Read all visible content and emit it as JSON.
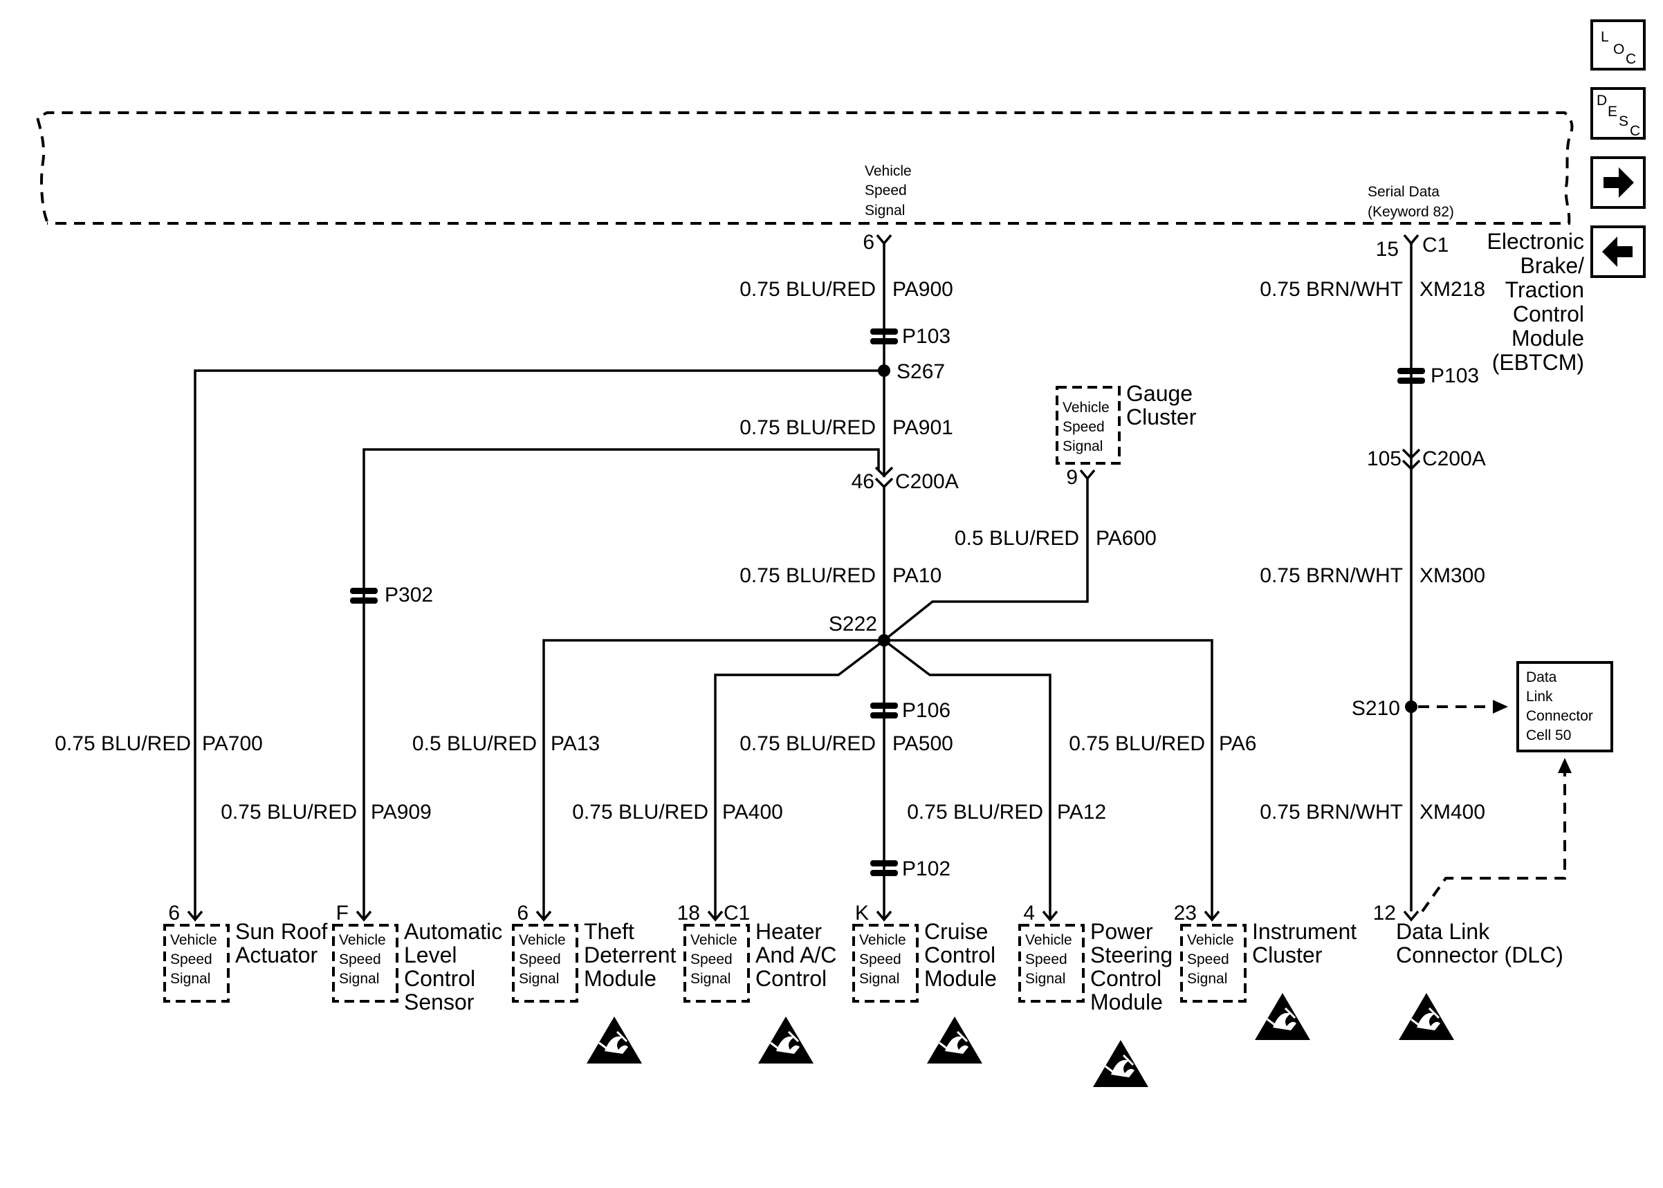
{
  "nav": {
    "loc": {
      "l1": "L",
      "l2": "O",
      "l3": "C"
    },
    "desc": {
      "l1": "D",
      "l2": "E",
      "l3": "S",
      "l4": "C"
    },
    "next_icon": "right-arrow-icon",
    "prev_icon": "left-arrow-icon"
  },
  "ebtcm": {
    "name_lines": [
      "Electronic",
      "Brake/",
      "Traction",
      "Control",
      "Module",
      "(EBTCM)"
    ],
    "vss_lines": [
      "Vehicle",
      "Speed",
      "Signal"
    ],
    "serial_lines": [
      "Serial Data",
      "(Keyword 82)"
    ],
    "pin_vss": "6",
    "pin_serial": "15",
    "conn": "C1"
  },
  "wires": {
    "pa900": {
      "gauge": "0.75 BLU/RED",
      "circuit": "PA900"
    },
    "pa901": {
      "gauge": "0.75 BLU/RED",
      "circuit": "PA901"
    },
    "pa10": {
      "gauge": "0.75 BLU/RED",
      "circuit": "PA10"
    },
    "pa600": {
      "gauge": "0.5 BLU/RED",
      "circuit": "PA600"
    },
    "pa700": {
      "gauge": "0.75 BLU/RED",
      "circuit": "PA700"
    },
    "pa909": {
      "gauge": "0.75 BLU/RED",
      "circuit": "PA909"
    },
    "pa13": {
      "gauge": "0.5 BLU/RED",
      "circuit": "PA13"
    },
    "pa400": {
      "gauge": "0.75 BLU/RED",
      "circuit": "PA400"
    },
    "pa500": {
      "gauge": "0.75 BLU/RED",
      "circuit": "PA500"
    },
    "pa12": {
      "gauge": "0.75 BLU/RED",
      "circuit": "PA12"
    },
    "pa6": {
      "gauge": "0.75 BLU/RED",
      "circuit": "PA6"
    },
    "xm218": {
      "gauge": "0.75 BRN/WHT",
      "circuit": "XM218"
    },
    "xm300": {
      "gauge": "0.75 BRN/WHT",
      "circuit": "XM300"
    },
    "xm400": {
      "gauge": "0.75 BRN/WHT",
      "circuit": "XM400"
    }
  },
  "splices": {
    "s267": "S267",
    "s222": "S222",
    "s210": "S210"
  },
  "connectors": {
    "p103_left": "P103",
    "p103_right": "P103",
    "p302": "P302",
    "p106": "P106",
    "p102": "P102",
    "c200a_left": {
      "pin": "46",
      "name": "C200A"
    },
    "c200a_right": {
      "pin": "105",
      "name": "C200A"
    }
  },
  "gauge_cluster": {
    "name_lines": [
      "Gauge",
      "Cluster"
    ],
    "pin": "9",
    "vss_lines": [
      "Vehicle",
      "Speed",
      "Signal"
    ]
  },
  "dlc_cell": {
    "lines": [
      "Data",
      "Link",
      "Connector",
      "Cell 50"
    ]
  },
  "modules": [
    {
      "id": "sunroof",
      "pin": "6",
      "pin_extra": "",
      "vss_lines": [
        "Vehicle",
        "Speed",
        "Signal"
      ],
      "name_lines": [
        "Sun Roof",
        "Actuator"
      ],
      "esd": false
    },
    {
      "id": "alc",
      "pin": "F",
      "pin_extra": "",
      "vss_lines": [
        "Vehicle",
        "Speed",
        "Signal"
      ],
      "name_lines": [
        "Automatic",
        "Level",
        "Control",
        "Sensor"
      ],
      "esd": false
    },
    {
      "id": "theft",
      "pin": "6",
      "pin_extra": "",
      "vss_lines": [
        "Vehicle",
        "Speed",
        "Signal"
      ],
      "name_lines": [
        "Theft",
        "Deterrent",
        "Module"
      ],
      "esd": true
    },
    {
      "id": "hvac",
      "pin": "18",
      "pin_extra": "C1",
      "vss_lines": [
        "Vehicle",
        "Speed",
        "Signal"
      ],
      "name_lines": [
        "Heater",
        "And A/C",
        "Control"
      ],
      "esd": true
    },
    {
      "id": "cruise",
      "pin": "K",
      "pin_extra": "",
      "vss_lines": [
        "Vehicle",
        "Speed",
        "Signal"
      ],
      "name_lines": [
        "Cruise",
        "Control",
        "Module"
      ],
      "esd": true
    },
    {
      "id": "pscm",
      "pin": "4",
      "pin_extra": "",
      "vss_lines": [
        "Vehicle",
        "Speed",
        "Signal"
      ],
      "name_lines": [
        "Power",
        "Steering",
        "Control",
        "Module"
      ],
      "esd": true
    },
    {
      "id": "ipc",
      "pin": "23",
      "pin_extra": "",
      "vss_lines": [
        "Vehicle",
        "Speed",
        "Signal"
      ],
      "name_lines": [
        "Instrument",
        "Cluster"
      ],
      "esd": true
    },
    {
      "id": "dlc",
      "pin": "12",
      "pin_extra": "",
      "vss_lines": [],
      "name_lines": [
        "Data Link",
        "Connector (DLC)"
      ],
      "esd": true
    }
  ]
}
